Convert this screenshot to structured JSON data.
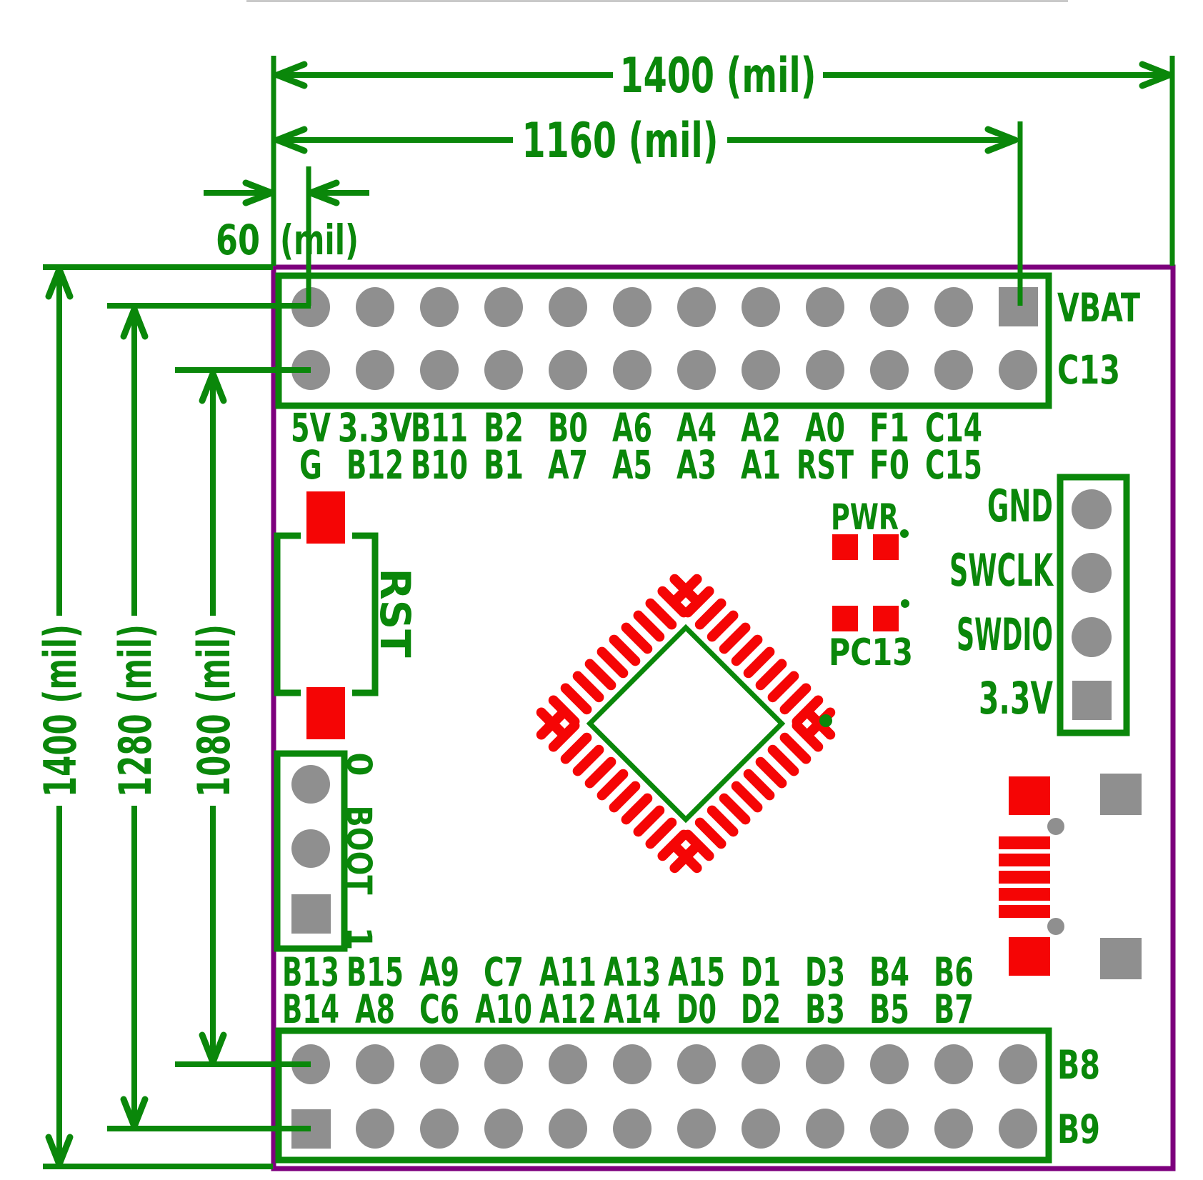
{
  "dimensions": {
    "top_width": "1400 (mil)",
    "top_inner_width": "1160 (mil)",
    "pad_offset_value": "60",
    "pad_offset_unit": "(mil)",
    "left_height": "1400 (mil)",
    "left_inner_height": "1280 (mil)",
    "left_pad_height": "1080 (mil)"
  },
  "top_header": {
    "columns": 12,
    "row1_labels": [
      "5V",
      "3.3V",
      "B11",
      "B2",
      "B0",
      "A6",
      "A4",
      "A2",
      "A0",
      "F1",
      "C14"
    ],
    "row2_labels": [
      "G",
      "B12",
      "B10",
      "B1",
      "A7",
      "A5",
      "A3",
      "A1",
      "RST",
      "F0",
      "C15"
    ],
    "right_label_row1": "VBAT",
    "right_label_row2": "C13"
  },
  "bottom_header": {
    "columns": 12,
    "row1_labels": [
      "B13",
      "B15",
      "A9",
      "C7",
      "A11",
      "A13",
      "A15",
      "D1",
      "D3",
      "B4",
      "B6"
    ],
    "row2_labels": [
      "B14",
      "A8",
      "C6",
      "A10",
      "A12",
      "A14",
      "D0",
      "D2",
      "B3",
      "B5",
      "B7"
    ],
    "right_label_row1": "B8",
    "right_label_row2": "B9"
  },
  "reset_button": {
    "label": "RST"
  },
  "boot_jumper": {
    "top_label": "0",
    "label": "BOOT",
    "bottom_label": "1"
  },
  "leds": {
    "power_label": "PWR",
    "user_label": "PC13"
  },
  "swd_header": {
    "labels": [
      "GND",
      "SWCLK",
      "SWDIO",
      "3.3V"
    ]
  },
  "chip": {
    "pins_per_side": 12,
    "sides": 4
  },
  "colors": {
    "silkscreen_green": "#0a870a",
    "board_outline_purple": "#7d007d",
    "pad_gray": "#8f8f8f",
    "copper_red": "#f50505",
    "background": "#ffffff"
  }
}
